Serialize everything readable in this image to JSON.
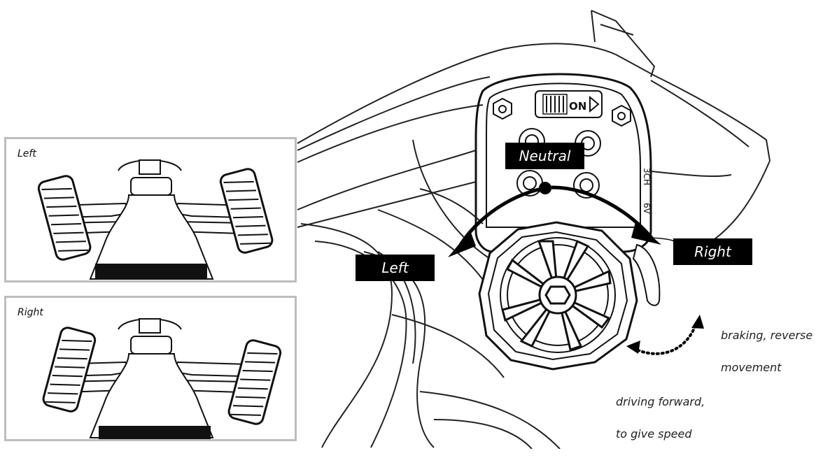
{
  "panels": {
    "left_title": "Left",
    "right_title": "Right"
  },
  "transmitter": {
    "switch_label": "ON",
    "side_label_ch": "3CH",
    "side_label_v": "6V"
  },
  "labels": {
    "neutral": "Neutral",
    "left": "Left",
    "right": "Right"
  },
  "notes": {
    "braking_line1": "braking, reverse",
    "braking_line2": "movement",
    "driving_line1": "driving forward,",
    "driving_line2": "to give speed"
  }
}
